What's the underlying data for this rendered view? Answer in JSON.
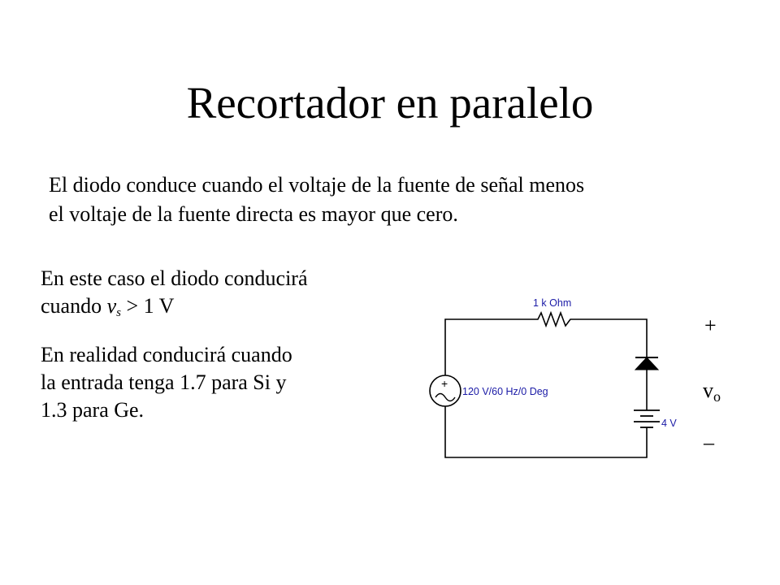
{
  "slide": {
    "title": "Recortador en paralelo",
    "intro": {
      "line1": "El diodo conduce cuando el voltaje de la fuente de señal menos",
      "line2": "el voltaje de la fuente directa es mayor que cero."
    },
    "note1": {
      "line1": "En este caso el diodo conducirá",
      "prefix": "cuando ",
      "var": "v",
      "sub": "s",
      "suffix": " > 1 V"
    },
    "note2": {
      "line1": "En realidad conducirá cuando",
      "line2": "la entrada tenga 1.7 para Si y",
      "line3": "1.3 para Ge."
    }
  },
  "circuit": {
    "resistor_label": "1 k Ohm",
    "source_label": "120 V/60 Hz/0 Deg",
    "source_plus": "+",
    "battery_label": "4 V",
    "wire_color": "#000000",
    "label_color": "#1a1aa6",
    "output": {
      "plus": "+",
      "v": "v",
      "sub": "o",
      "minus": "–"
    }
  }
}
